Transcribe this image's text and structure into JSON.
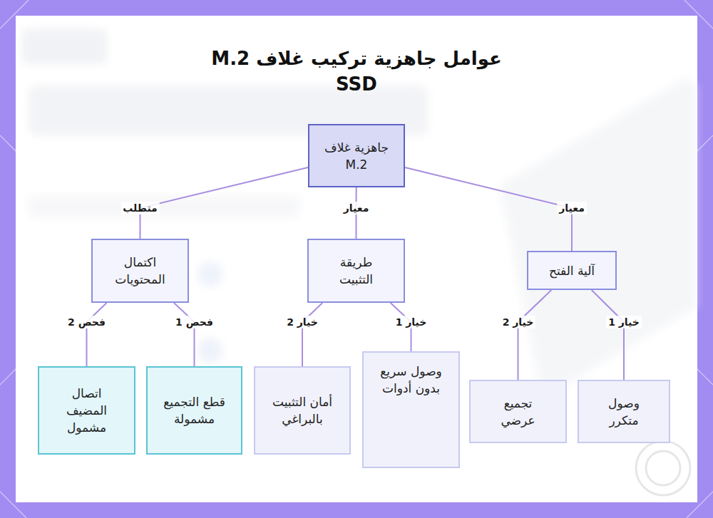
{
  "diagram": {
    "title": "عوامل جاهزية تركيب غلاف M.2 SSD",
    "nodes": [
      {
        "text": [
          "جاهزية غلاف M.2"
        ]
      },
      {
        "text": [
          "آلية الفتح"
        ]
      },
      {
        "text": [
          "طريقة التثبيت"
        ]
      },
      {
        "text": [
          "اكتمال المحتويات"
        ]
      },
      {
        "text": [
          "وصول متكرر"
        ]
      },
      {
        "text": [
          "تجميع عرضي"
        ]
      },
      {
        "text": [
          "وصول سريع بدون أدوات"
        ]
      },
      {
        "text": [
          "أمان التثبيت بالبراغي"
        ]
      },
      {
        "text": [
          "قطع التجميع مشمولة"
        ]
      },
      {
        "text": [
          "اتصال المضيف مشمول"
        ]
      }
    ],
    "edges": [
      {
        "from": 0,
        "to": 1,
        "label": "معيار",
        "arrow": "none"
      },
      {
        "from": 0,
        "to": 2,
        "label": "معيار",
        "arrow": "none"
      },
      {
        "from": 0,
        "to": 3,
        "label": "متطلب",
        "arrow": "none"
      },
      {
        "from": 1,
        "to": 4,
        "label": "خيار 1",
        "arrow": "none"
      },
      {
        "from": 1,
        "to": 5,
        "label": "خيار 2",
        "arrow": "none"
      },
      {
        "from": 2,
        "to": 6,
        "label": "خيار 1",
        "arrow": "none"
      },
      {
        "from": 2,
        "to": 7,
        "label": "خيار 2",
        "arrow": "none"
      },
      {
        "from": 3,
        "to": 8,
        "label": "فحص 1",
        "arrow": "none"
      },
      {
        "from": 3,
        "to": 9,
        "label": "فحص 2",
        "arrow": "none"
      }
    ]
  }
}
